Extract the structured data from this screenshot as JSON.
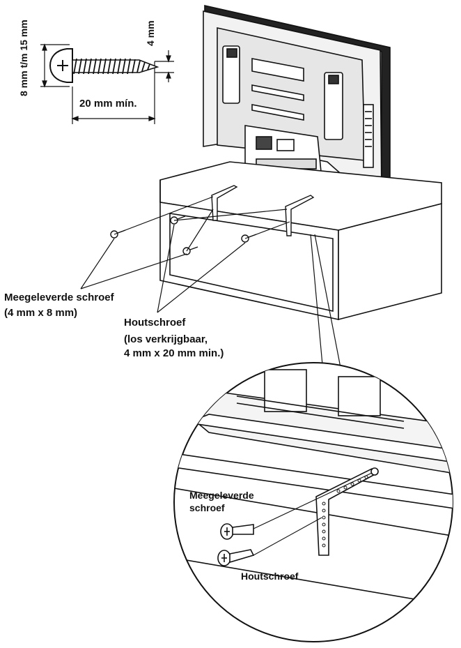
{
  "dimensions": {
    "head_height": "8 mm t/m 15 mm",
    "screw_diameter": "4 mm",
    "screw_length": "20 mm mín."
  },
  "callouts": {
    "supplied_screw": {
      "name": "Meegeleverde schroef",
      "size": "(4 mm x 8 mm)"
    },
    "wood_screw": {
      "name": "Houtschroef",
      "note": "(los verkrijgbaar,",
      "size": "4 mm x 20 mm min.)"
    }
  },
  "detail": {
    "supplied_line1": "Meegeleverde",
    "supplied_line2": "schroef",
    "wood": "Houtschroef"
  },
  "colors": {
    "ink": "#111111",
    "paper": "#ffffff",
    "tv_shade": "#e9e9e9"
  }
}
